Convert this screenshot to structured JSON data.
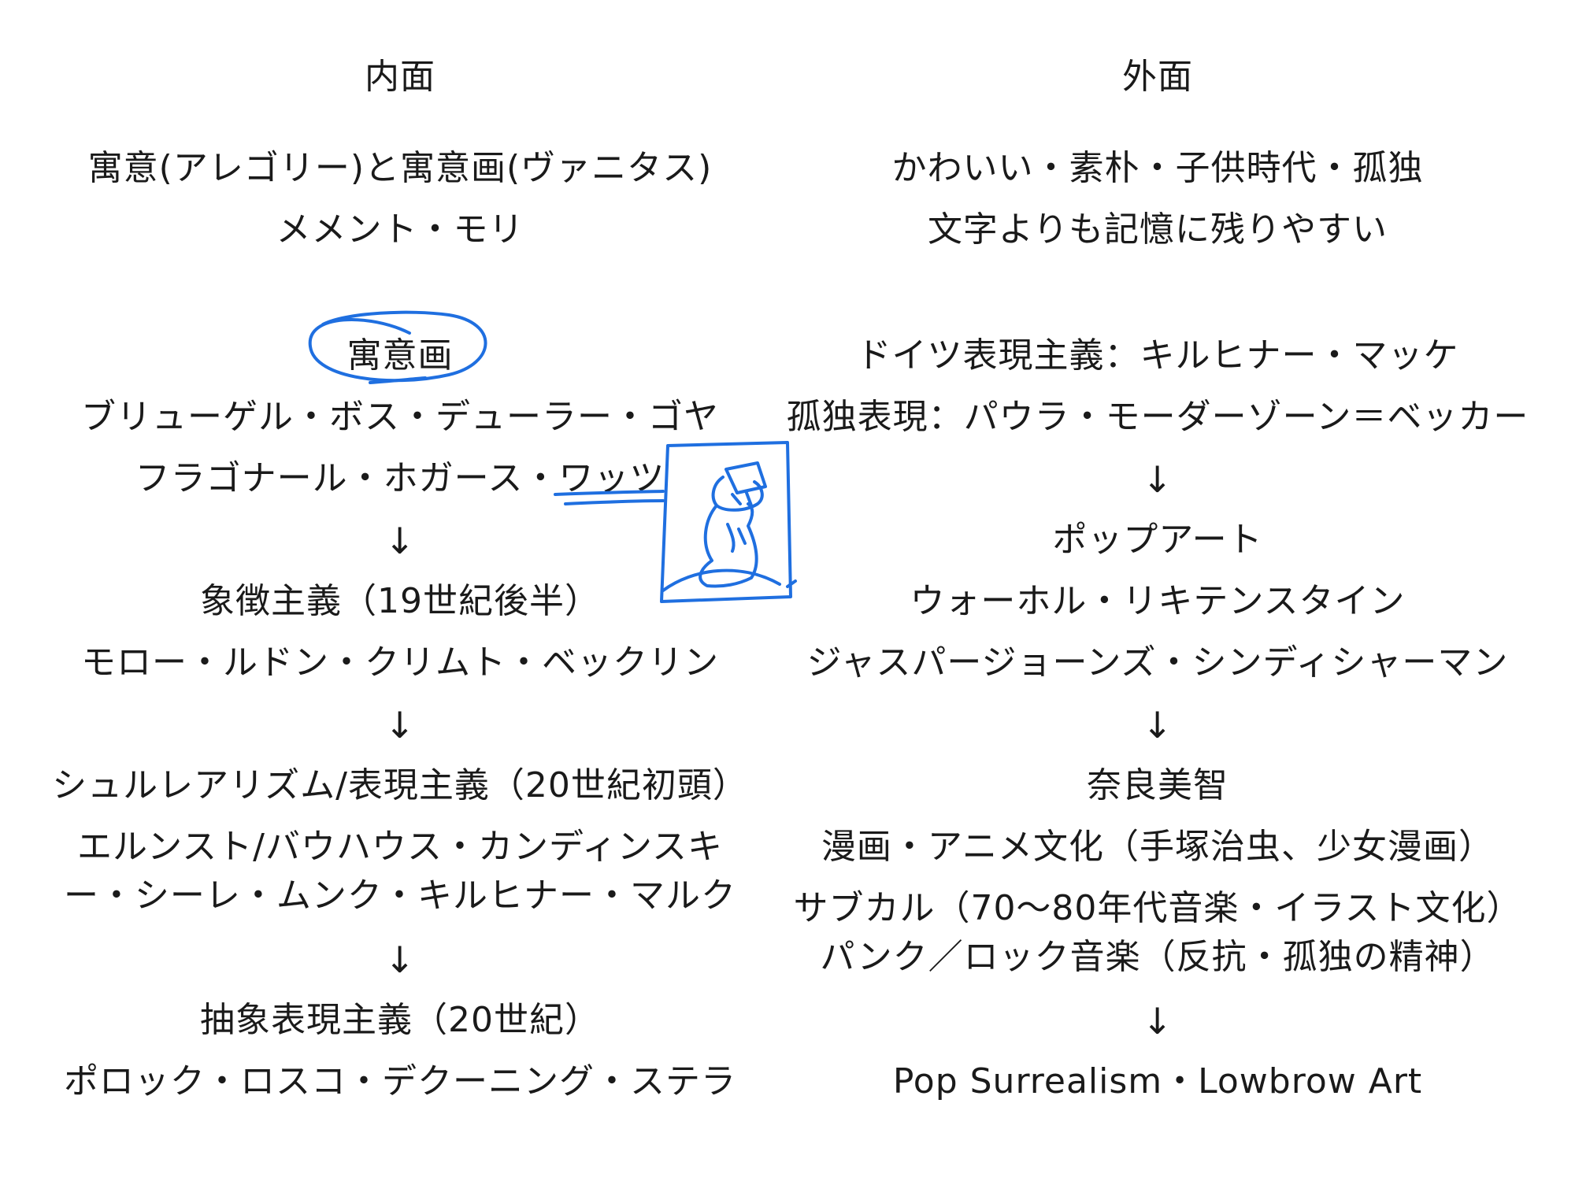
{
  "left": {
    "heading": "内面",
    "lines": [
      "寓意(アレゴリー)と寓意画(ヴァニタス)",
      "メメント・モリ",
      "寓意画",
      "ブリューゲル・ボス・デューラー・ゴヤ",
      "フラゴナール・ホガース・ワッツ",
      "↓",
      "象徴主義（19世紀後半）",
      "モロー・ルドン・クリムト・ベックリン",
      "↓",
      "シュルレアリズム/表現主義（20世紀初頭）",
      "エルンスト/バウハウス・カンディンスキ",
      "ー・シーレ・ムンク・キルヒナー・マルク",
      "↓",
      "抽象表現主義（20世紀）",
      "ポロック・ロスコ・デクーニング・ステラ"
    ]
  },
  "right": {
    "heading": "外面",
    "lines": [
      "かわいい・素朴・子供時代・孤独",
      "文字よりも記憶に残りやすい",
      "ドイツ表現主義：キルヒナー・マッケ",
      "孤独表現：パウラ・モーダーゾーン＝ベッカー",
      "↓",
      "ポップアート",
      "ウォーホル・リキテンスタイン",
      "ジャスパージョーンズ・シンディシャーマン",
      "↓",
      "奈良美智",
      "漫画・アニメ文化（手塚治虫、少女漫画）",
      "サブカル（70〜80年代音楽・イラスト文化）",
      "パンク／ロック音楽（反抗・孤独の精神）",
      "↓",
      "Pop Surrealism・Lowbrow Art"
    ]
  },
  "colors": {
    "text": "#1a1a1a",
    "annotation": "#1f6fe0"
  }
}
